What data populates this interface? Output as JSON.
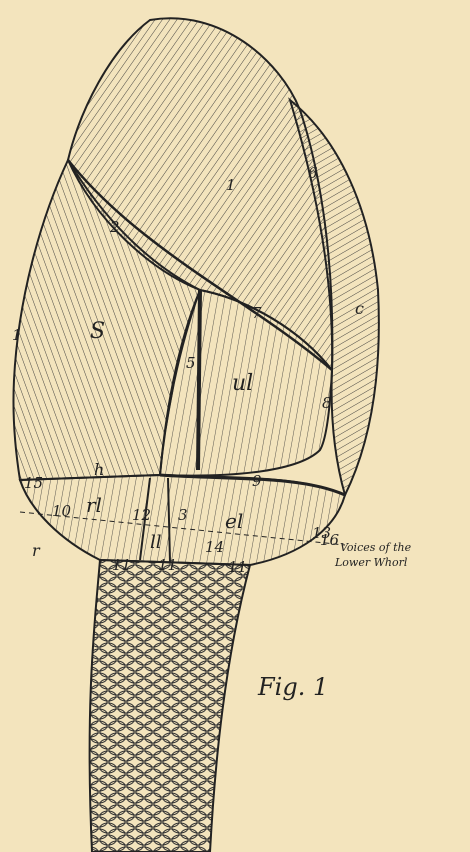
{
  "figure": {
    "caption": "Fig. 1",
    "annotation_line1": "Voices of the",
    "annotation_line2": "Lower Whorl",
    "colors": {
      "paper": "#f3e4bd",
      "ink": "#222222"
    }
  },
  "labels": {
    "n1": "1",
    "n6": "6",
    "n2": "2",
    "c": "c",
    "S": "S",
    "n7": "7",
    "n5a": "5",
    "ul": "ul",
    "n8": "8",
    "h": "h",
    "n9": "9",
    "rl": "rl",
    "n12": "12",
    "n3": "3",
    "el": "el",
    "n13": "13",
    "ll": "ll",
    "r": "r",
    "n10": "10",
    "n11a": "11",
    "n11b": "11",
    "n11c": "11",
    "n14": "14",
    "n15": "15",
    "n16": "16",
    "left1": "1"
  }
}
